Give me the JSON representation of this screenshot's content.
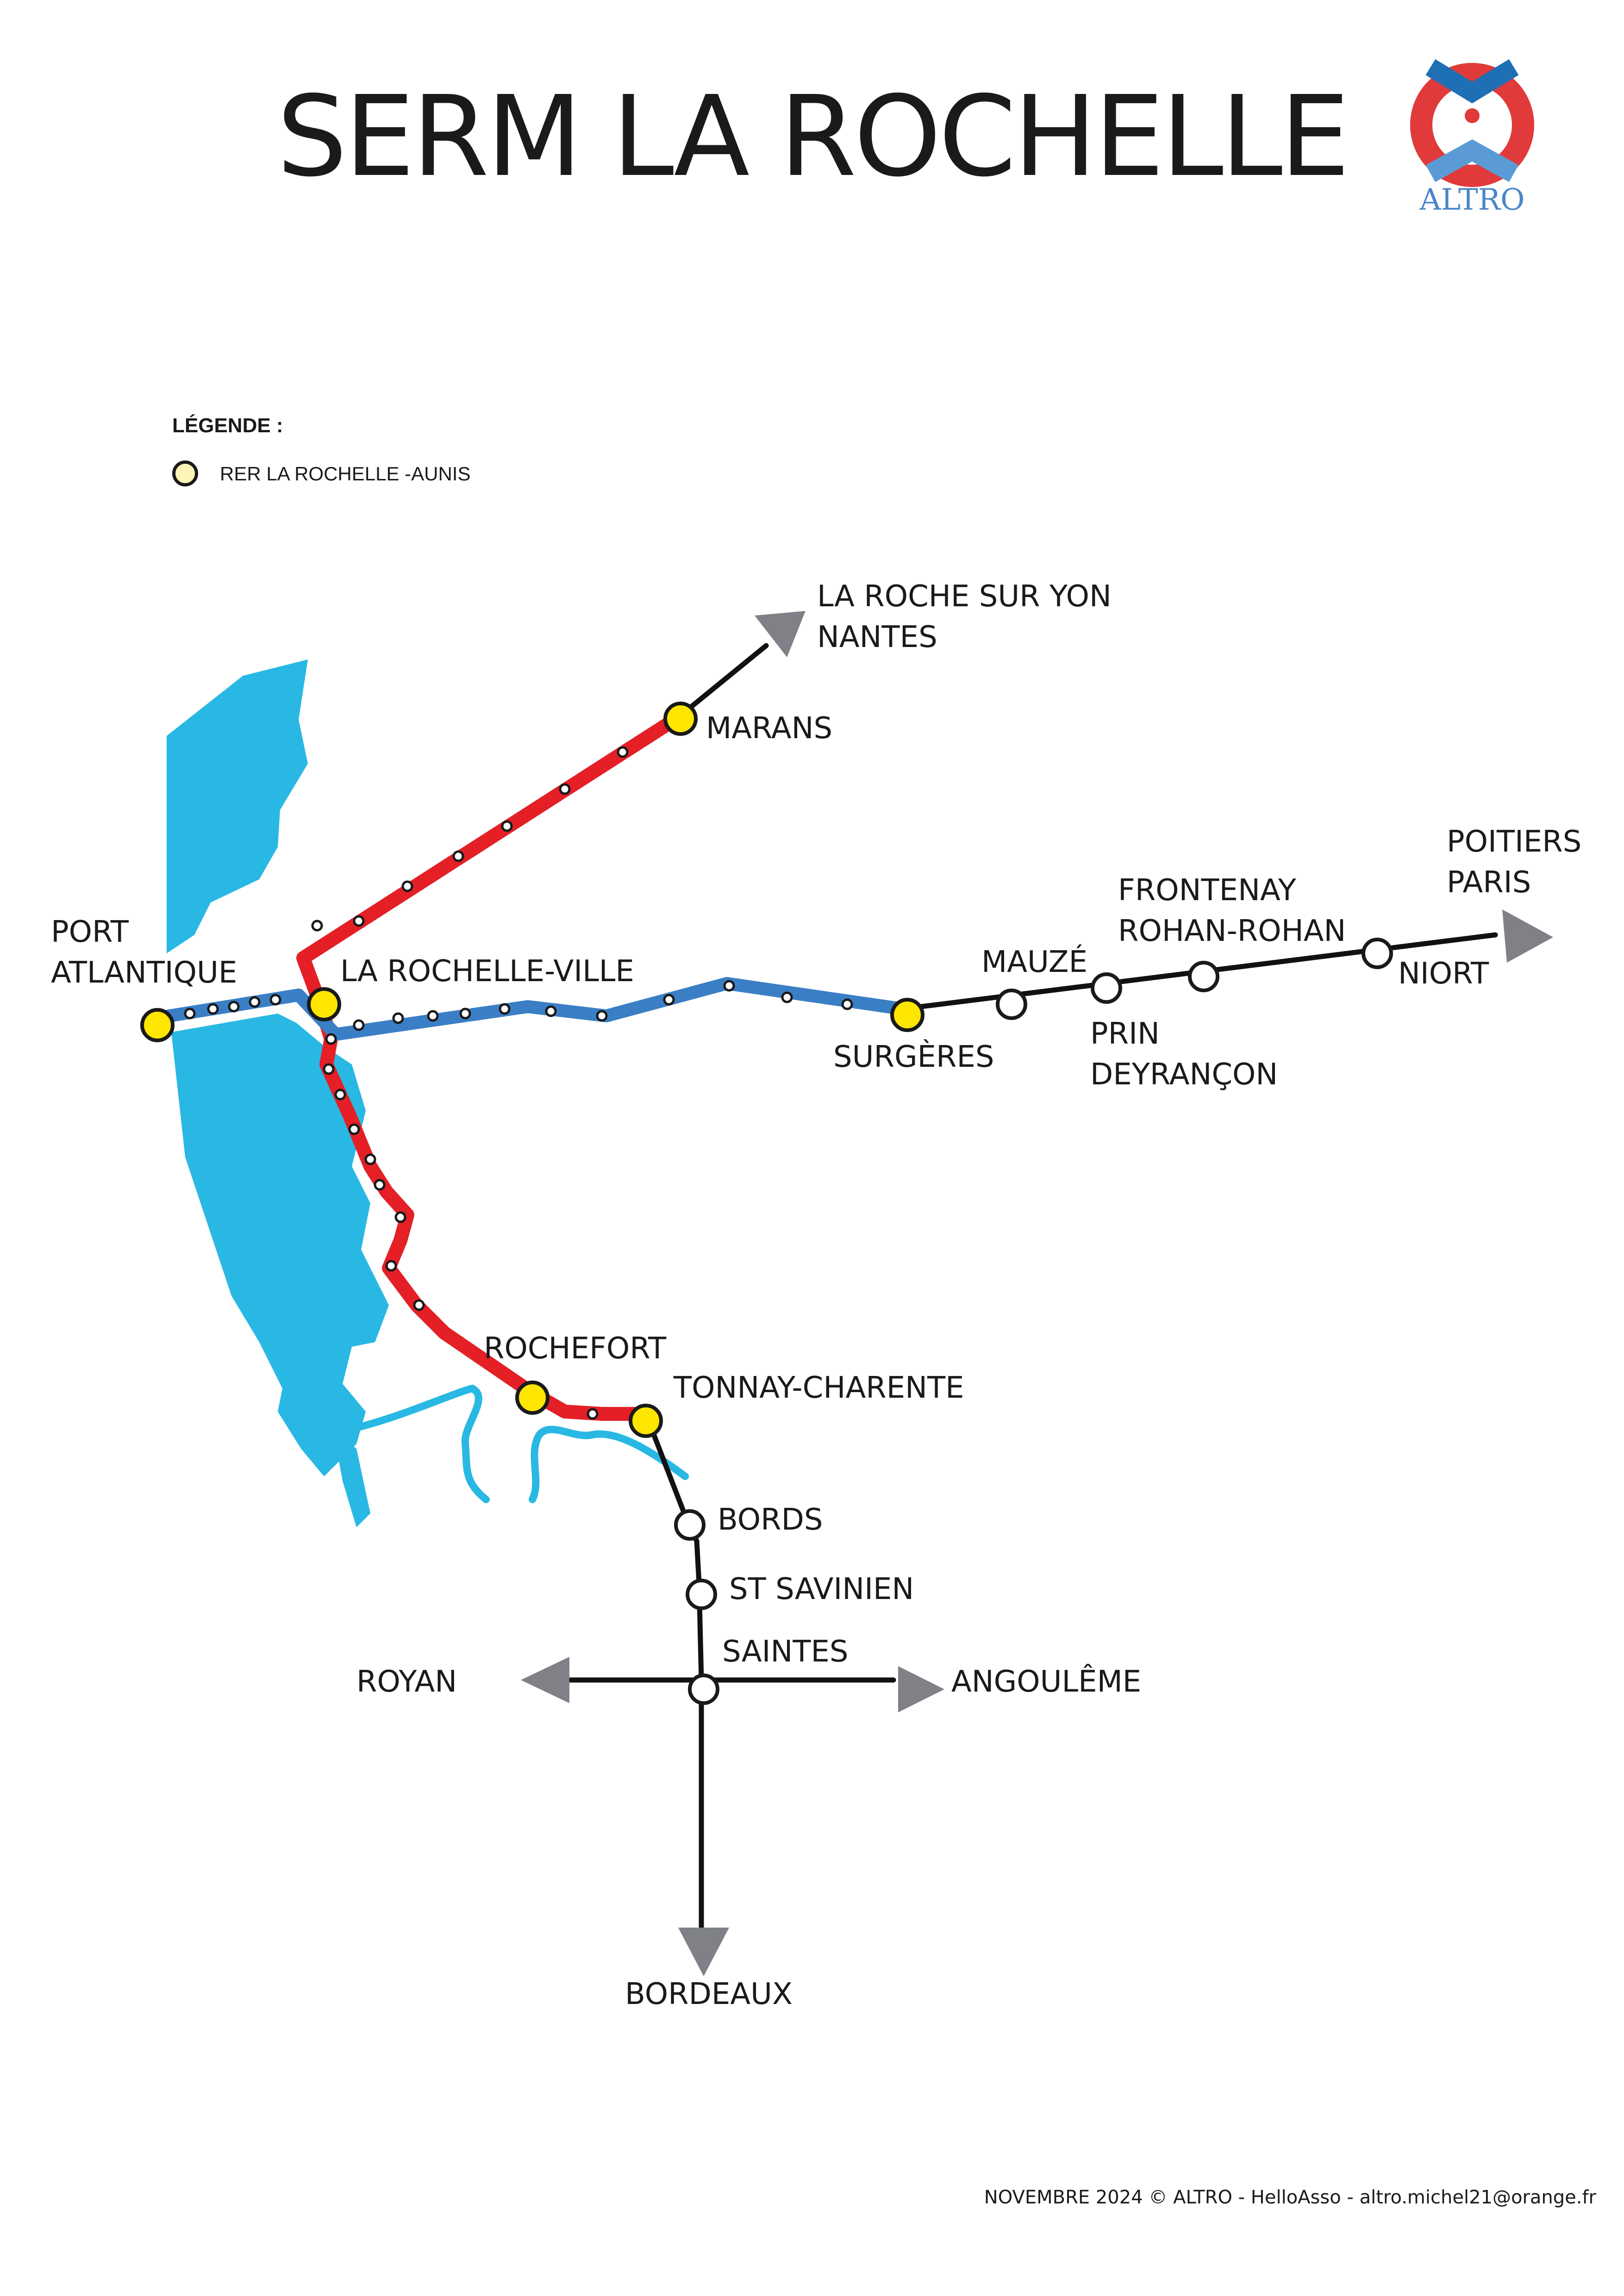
{
  "title": "SERM LA ROCHELLE",
  "logo": {
    "name": "ALTRO",
    "colors": {
      "ring": "#e03a3a",
      "chevron": "#1f6fb5",
      "chevron_light": "#5b9bd5"
    }
  },
  "legend": {
    "heading": "LÉGENDE :",
    "items": [
      {
        "label": "RER LA ROCHELLE -AUNIS",
        "color": "#fdf5b8"
      }
    ]
  },
  "colors": {
    "red_line": "#e41f26",
    "blue_line": "#3a7fc6",
    "black_line": "#111111",
    "sea": "#29b8e3",
    "river": "#29b8e3",
    "rer_station": "#ffe600",
    "arrow": "#7f8187"
  },
  "stations": {
    "port_atlantique": [
      "PORT",
      "ATLANTIQUE"
    ],
    "la_rochelle_ville": "LA ROCHELLE-VILLE",
    "marans": "MARANS",
    "surgeres": "SURGÈRES",
    "mauze": "MAUZÉ",
    "prin_deyrancon": [
      "PRIN",
      "DEYRANÇON"
    ],
    "frontenay": [
      "FRONTENAY",
      "ROHAN-ROHAN"
    ],
    "niort": "NIORT",
    "rochefort": "ROCHEFORT",
    "tonnay_charente": "TONNAY-CHARENTE",
    "bords": "BORDS",
    "st_savinien": "ST SAVINIEN",
    "saintes": "SAINTES"
  },
  "destinations": {
    "roche_sur_yon": [
      "LA ROCHE SUR YON",
      "NANTES"
    ],
    "poitiers": [
      "POITIERS",
      "PARIS"
    ],
    "royan": "ROYAN",
    "angouleme": "ANGOULÊME",
    "bordeaux": "BORDEAUX"
  },
  "footer": "NOVEMBRE 2024 © ALTRO - HelloAsso - altro.michel21@orange.fr"
}
